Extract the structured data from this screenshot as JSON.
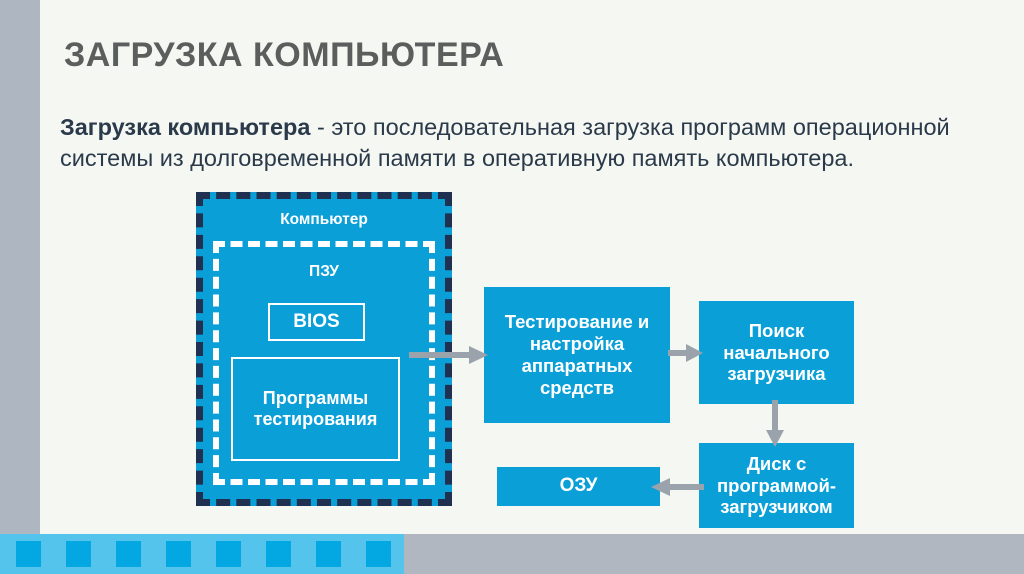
{
  "slide": {
    "title": "ЗАГРУЗКА КОМПЬЮТЕРА",
    "intro": {
      "lead": "Загрузка компьютера",
      "rest": " - это последовательная загрузка программ операционной системы из долговременной памяти в оперативную память компьютера."
    }
  },
  "colors": {
    "accent_blue": "#0b9fd8",
    "accent_light_blue": "#55c4ec",
    "accent_square_blue": "#03a8e3",
    "rail_grey": "#aeb6c2",
    "bottom_grey": "#b0b7c0",
    "page_background": "#f5f7f2",
    "title_grey": "#5a5e5c",
    "body_text": "#2b3a4a",
    "dashed_navy": "#1f3050",
    "arrow_grey": "#9aa3ac"
  },
  "diagram": {
    "type": "flowchart",
    "containers": [
      {
        "id": "computer",
        "label": "Компьютер",
        "border": "dashed-navy"
      },
      {
        "id": "rom",
        "label": "ПЗУ",
        "border": "dashed-white"
      }
    ],
    "inner_boxes": [
      {
        "id": "bios",
        "label": "BIOS"
      },
      {
        "id": "testprog",
        "label": "Программы тестирования"
      }
    ],
    "flow_boxes": [
      {
        "id": "flow-test",
        "label": "Тестирование и настройка аппаратных средств"
      },
      {
        "id": "flow-search",
        "label": "Поиск начального загрузчика"
      },
      {
        "id": "flow-disk",
        "label": "Диск с программой-загрузчиком"
      },
      {
        "id": "flow-ram",
        "label": "ОЗУ"
      }
    ],
    "arrows": [
      {
        "id": "arrow-1",
        "from": "computer",
        "to": "flow-test",
        "direction": "right"
      },
      {
        "id": "arrow-2",
        "from": "flow-test",
        "to": "flow-search",
        "direction": "right"
      },
      {
        "id": "arrow-3",
        "from": "flow-search",
        "to": "flow-disk",
        "direction": "down"
      },
      {
        "id": "arrow-4",
        "from": "flow-disk",
        "to": "flow-ram",
        "direction": "left"
      }
    ]
  },
  "decor": {
    "accent_square_count": 8
  }
}
